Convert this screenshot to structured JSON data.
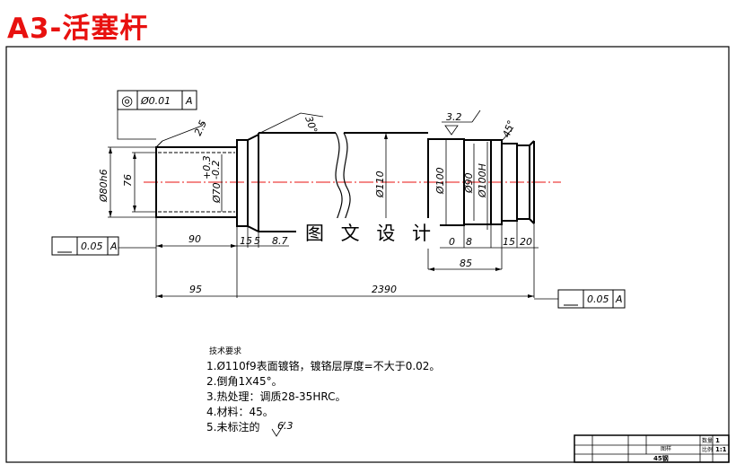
{
  "title": "A3-活塞杆",
  "tolerance_frames": {
    "top": {
      "symbol": "◎",
      "value": "Ø0.01",
      "datum": "A"
    },
    "left": {
      "value": "0.05",
      "datum": "A"
    },
    "right": {
      "value": "0.05",
      "datum": "A"
    }
  },
  "dimensions": {
    "d80h6": "Ø80h6",
    "d76": "76",
    "d70": "Ø70",
    "tol_upper": "+0.3",
    "tol_lower": "-0.2",
    "chamfer_top_left": "2.5",
    "angle_30": "30°",
    "roughness": "3.2",
    "chamfer_right": "45°",
    "d110": "Ø110",
    "d100": "Ø100",
    "d90": "Ø90",
    "d100H": "Ø100H",
    "len90": "90",
    "len15": "15",
    "len5": "5",
    "len8_7": "8.7",
    "len0": "0",
    "len8": "8",
    "len15r": "15",
    "len20": "20",
    "len85": "85",
    "len95": "95",
    "len2390": "2390"
  },
  "watermark": "图 文 设 计",
  "tech_requirements": {
    "heading": "技术要求",
    "items": [
      "1.Ø110f9表面镀铬，镀铬层厚度=不大于0.02。",
      "2.倒角1X45°。",
      "3.热处理：调质28-35HRC。",
      "4.材料：45。",
      "5.未标注的"
    ],
    "roughness_symbol": "6.3"
  },
  "title_block": {
    "count_label": "数量",
    "count_value": "1",
    "ratio_label": "比例",
    "ratio_value": "1:1",
    "material": "45钢",
    "center_label": "图样"
  },
  "colors": {
    "title": "#e8110f",
    "centerline": "#e8110f",
    "lines": "#000000"
  }
}
